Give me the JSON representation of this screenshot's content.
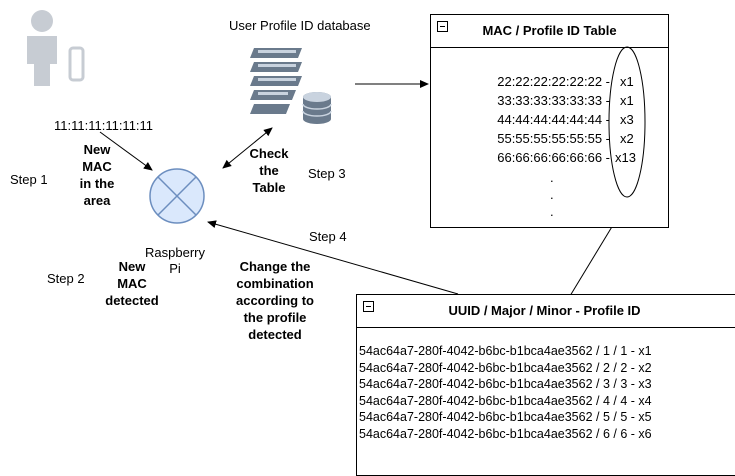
{
  "labels": {
    "database": "User Profile ID database",
    "mac_address": "11:11:11:11:11:11",
    "new_mac_line1": "New",
    "new_mac_line2": "MAC",
    "new_mac_line3": "in the",
    "new_mac_line4": "area",
    "step1": "Step 1",
    "step2": "Step 2",
    "step3": "Step 3",
    "step4": "Step 4",
    "check_line1": "Check",
    "check_line2": "the",
    "check_line3": "Table",
    "pi_line1": "Raspberry",
    "pi_line2": "Pi",
    "detected_line1": "New",
    "detected_line2": "MAC",
    "detected_line3": "detected",
    "change_line1": "Change the",
    "change_line2": "combination",
    "change_line3": "according to",
    "change_line4": "the profile",
    "change_line5": "detected"
  },
  "mac_table": {
    "title": "MAC / Profile ID Table",
    "rows": [
      {
        "mac": "22:22:22:22:22:22 -",
        "profile": "x1"
      },
      {
        "mac": "33:33:33:33:33:33 -",
        "profile": "x1"
      },
      {
        "mac": "44:44:44:44:44:44 -",
        "profile": "x3"
      },
      {
        "mac": "55:55:55:55:55:55 -",
        "profile": "x2"
      },
      {
        "mac": "66:66:66:66:66:66 -",
        "profile": "x13"
      }
    ],
    "ellipsis": "."
  },
  "uuid_table": {
    "title": "UUID / Major / Minor - Profile ID",
    "rows": [
      "54ac64a7-280f-4042-b6bc-b1bca4ae3562 / 1 / 1 - x1",
      "54ac64a7-280f-4042-b6bc-b1bca4ae3562 / 2 / 2 - x2",
      "54ac64a7-280f-4042-b6bc-b1bca4ae3562 / 3 / 3 - x3",
      "54ac64a7-280f-4042-b6bc-b1bca4ae3562 / 4 / 4 - x4",
      "54ac64a7-280f-4042-b6bc-b1bca4ae3562 / 5 / 5 - x5",
      "54ac64a7-280f-4042-b6bc-b1bca4ae3562 / 6 / 6 - x6"
    ]
  },
  "icons": {
    "user": "user-icon",
    "phone": "phone-icon",
    "database": "database-server-icon",
    "raspberry_pi": "raspberry-pi-node-icon"
  },
  "colors": {
    "user_icon": "#c7ccd3",
    "server_dark": "#6a7a8c",
    "server_light": "#c9d3df",
    "pi_fill": "#dae8fc",
    "pi_stroke": "#6c8ebf"
  }
}
